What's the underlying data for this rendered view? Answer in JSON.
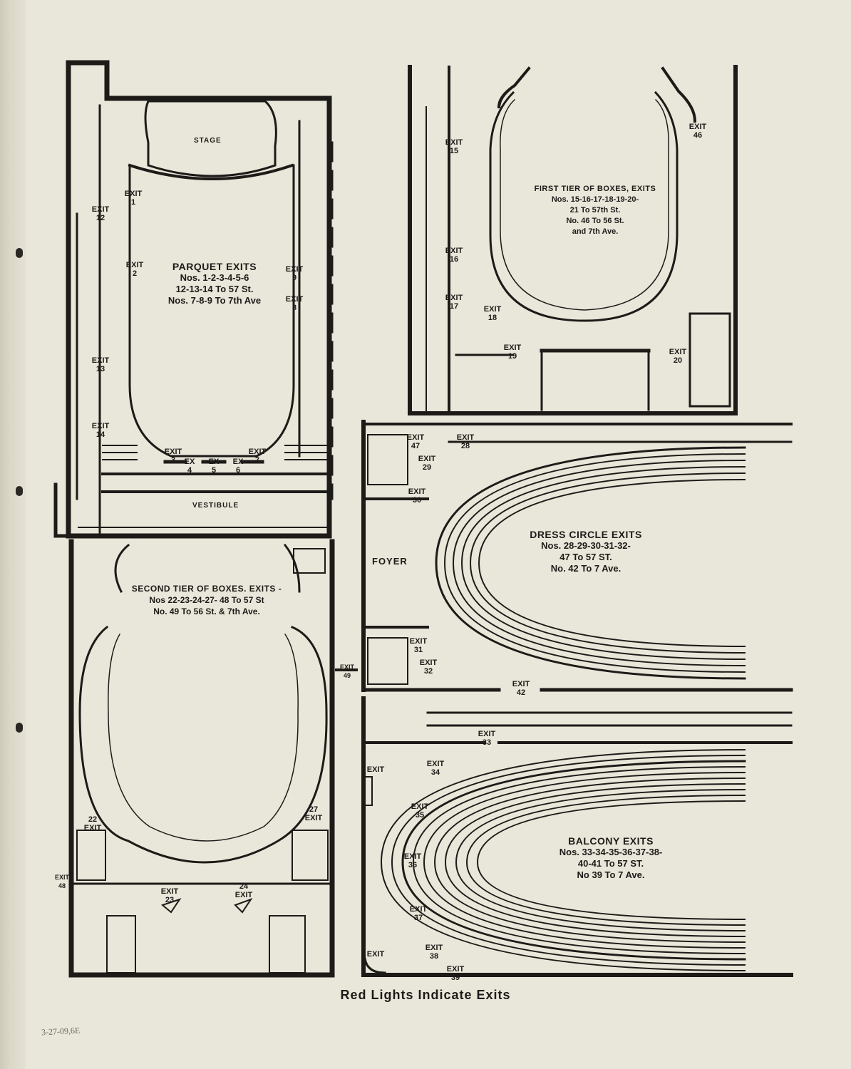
{
  "caption": "Red Lights Indicate Exits",
  "pencil_note": "3-27-09,6E",
  "plans": {
    "parquet": {
      "rooms": {
        "stage": "STAGE",
        "vestibule": "VESTIBULE"
      },
      "title": "PARQUET EXITS",
      "line1": "Nos. 1-2-3-4-5-6",
      "line2": "12-13-14 To 57 St.",
      "line3": "Nos. 7-8-9 To 7th Ave"
    },
    "first_tier": {
      "title": "FIRST TIER OF BOXES, EXITS",
      "line1": "Nos. 15-16-17-18-19-20-",
      "line2": "21 To 57th St.",
      "line3": "No. 46 To 56 St.",
      "line4": "and 7th Ave."
    },
    "dress_circle": {
      "foyer": "FOYER",
      "title": "DRESS CIRCLE EXITS",
      "line1": "Nos. 28-29-30-31-32-",
      "line2": "47 To 57 ST.",
      "line3": "No. 42 To 7 Ave."
    },
    "second_tier": {
      "title": "SECOND TIER OF BOXES. EXITS -",
      "line1": "Nos 22-23-24-27- 48 To 57 St",
      "line2": "No. 49 To 56 St. & 7th Ave."
    },
    "balcony": {
      "title": "BALCONY EXITS",
      "line1": "Nos. 33-34-35-36-37-38-",
      "line2": "40-41 To 57 ST.",
      "line3": "No 39 To 7 Ave."
    }
  },
  "exit_labels": [
    {
      "id": "p1",
      "text": "EXIT 1"
    },
    {
      "id": "p2",
      "text": "EXIT 2"
    },
    {
      "id": "p12",
      "text": "EXIT 12"
    },
    {
      "id": "p13",
      "text": "EXIT 13"
    },
    {
      "id": "p14",
      "text": "EXIT 14"
    },
    {
      "id": "p9",
      "text": "EXIT 9"
    },
    {
      "id": "p8",
      "text": "EXIT 8"
    },
    {
      "id": "p3",
      "text": "EXIT 3"
    },
    {
      "id": "p4",
      "text": "EX 4"
    },
    {
      "id": "p5",
      "text": "EX 5"
    },
    {
      "id": "p6",
      "text": "EX 6"
    },
    {
      "id": "p7",
      "text": "EXIT 7"
    },
    {
      "id": "f15",
      "text": "EXIT 15"
    },
    {
      "id": "f16",
      "text": "EXIT 16"
    },
    {
      "id": "f17",
      "text": "EXIT 17"
    },
    {
      "id": "f18",
      "text": "EXIT 18"
    },
    {
      "id": "f19",
      "text": "EXIT 19"
    },
    {
      "id": "f20",
      "text": "EXIT 20"
    },
    {
      "id": "f46",
      "text": "EXIT 46"
    },
    {
      "id": "d47",
      "text": "EXIT 47"
    },
    {
      "id": "d28",
      "text": "EXIT 28"
    },
    {
      "id": "d29",
      "text": "EXIT 29"
    },
    {
      "id": "d30",
      "text": "EXIT 30"
    },
    {
      "id": "d31",
      "text": "EXIT 31"
    },
    {
      "id": "d32",
      "text": "EXIT 32"
    },
    {
      "id": "d42",
      "text": "EXIT 42"
    },
    {
      "id": "s22",
      "text": "22 EXIT"
    },
    {
      "id": "s27",
      "text": "27 EXIT"
    },
    {
      "id": "s23",
      "text": "EXIT 23"
    },
    {
      "id": "s24",
      "text": "24 EXIT"
    },
    {
      "id": "s48",
      "text": "EXIT 48"
    },
    {
      "id": "s49",
      "text": "EXIT 49"
    },
    {
      "id": "b33",
      "text": "EXIT 33"
    },
    {
      "id": "b34",
      "text": "EXIT 34"
    },
    {
      "id": "b35",
      "text": "EXIT 35"
    },
    {
      "id": "b36",
      "text": "EXIT 36"
    },
    {
      "id": "b37",
      "text": "EXIT 37"
    },
    {
      "id": "b38",
      "text": "EXIT 38"
    },
    {
      "id": "b39",
      "text": "EXIT 39"
    },
    {
      "id": "b40",
      "text": "EXIT"
    },
    {
      "id": "b41",
      "text": "EXIT"
    }
  ]
}
